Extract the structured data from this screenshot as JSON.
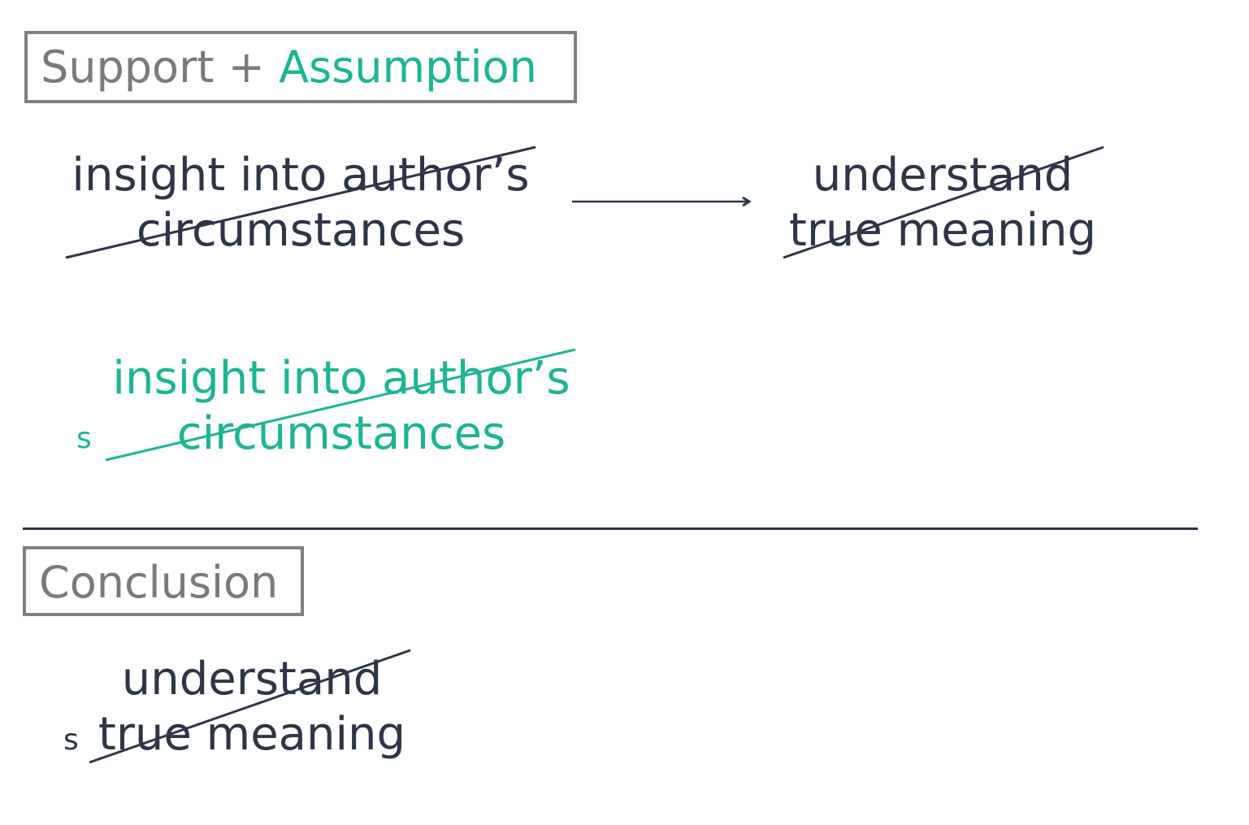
{
  "support_box": {
    "support": "Support",
    "plus": "+",
    "assumption": "Assumption"
  },
  "support_premise": {
    "line1": "insight into author’s",
    "line2": "circumstances"
  },
  "support_result": {
    "line1": "understand",
    "line2": "true meaning"
  },
  "assumption_premise": {
    "line1": "insight into author’s",
    "line2": "circumstances",
    "marker": "s"
  },
  "conclusion_box": {
    "label": "Conclusion"
  },
  "conclusion_phrase": {
    "line1": "understand",
    "line2": "true meaning",
    "marker": "s"
  },
  "colors": {
    "ink": "#2d3547",
    "accent": "#1db592",
    "frame": "#808080"
  }
}
